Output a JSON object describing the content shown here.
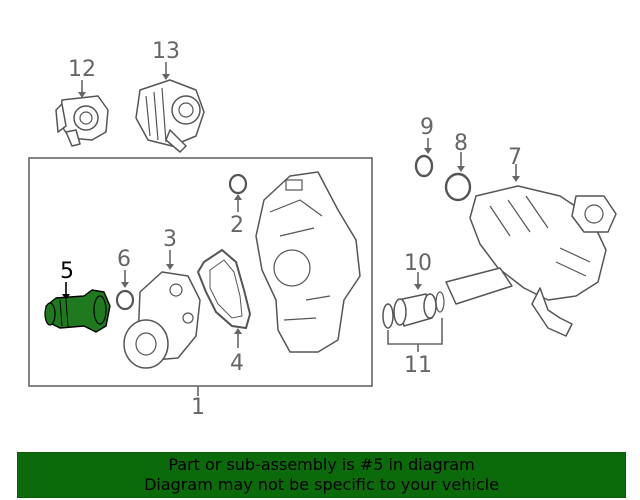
{
  "callouts": {
    "c1": "1",
    "c2": "2",
    "c3": "3",
    "c4": "4",
    "c5": "5",
    "c6": "6",
    "c7": "7",
    "c8": "8",
    "c9": "9",
    "c10": "10",
    "c11": "11",
    "c12": "12",
    "c13": "13"
  },
  "highlighted_part": "5",
  "colors": {
    "highlight_fill": "#1f7a1f",
    "banner_bg": "#0b6b0b",
    "line": "#666666"
  },
  "banner": {
    "line1": "Part or sub-assembly is #5 in diagram",
    "line2": "Diagram may not be specific to your vehicle"
  }
}
